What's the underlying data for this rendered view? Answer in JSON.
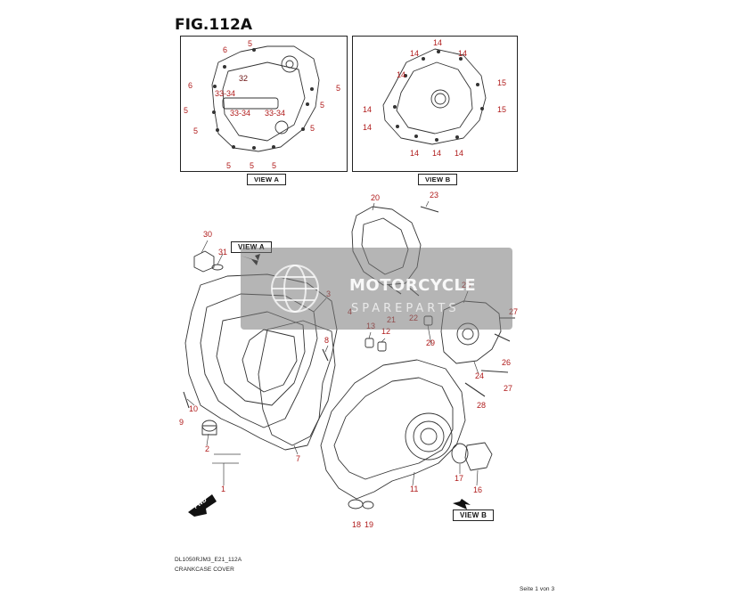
{
  "figure": {
    "title": "FIG.112A",
    "view_a_label": "VIEW A",
    "view_b_label": "VIEW B",
    "view_a_arrow_label": "VIEW A",
    "view_b_arrow_label": "VIEW B",
    "fwd_label": "FWD"
  },
  "panel_a_callouts": [
    "6",
    "5",
    "32",
    "6",
    "33-34",
    "5",
    "5",
    "33-34",
    "33-34",
    "5",
    "5",
    "5",
    "5",
    "5",
    "5"
  ],
  "panel_b_callouts": [
    "14",
    "14",
    "14",
    "14",
    "15",
    "14",
    "15",
    "14",
    "14",
    "14",
    "14"
  ],
  "main_callouts": [
    "20",
    "23",
    "30",
    "31",
    "3",
    "25",
    "21",
    "22",
    "27",
    "4",
    "13",
    "12",
    "29",
    "8",
    "26",
    "24",
    "27",
    "10",
    "9",
    "28",
    "2",
    "7",
    "11",
    "17",
    "16",
    "1",
    "18",
    "19"
  ],
  "watermark": {
    "title": "MOTORCYCLE",
    "subtitle": "SPAREPARTS"
  },
  "footer": {
    "code": "DL1050RJM3_E21_112A",
    "caption": "CRANKCASE COVER",
    "page": "Seite 1 von 3"
  }
}
